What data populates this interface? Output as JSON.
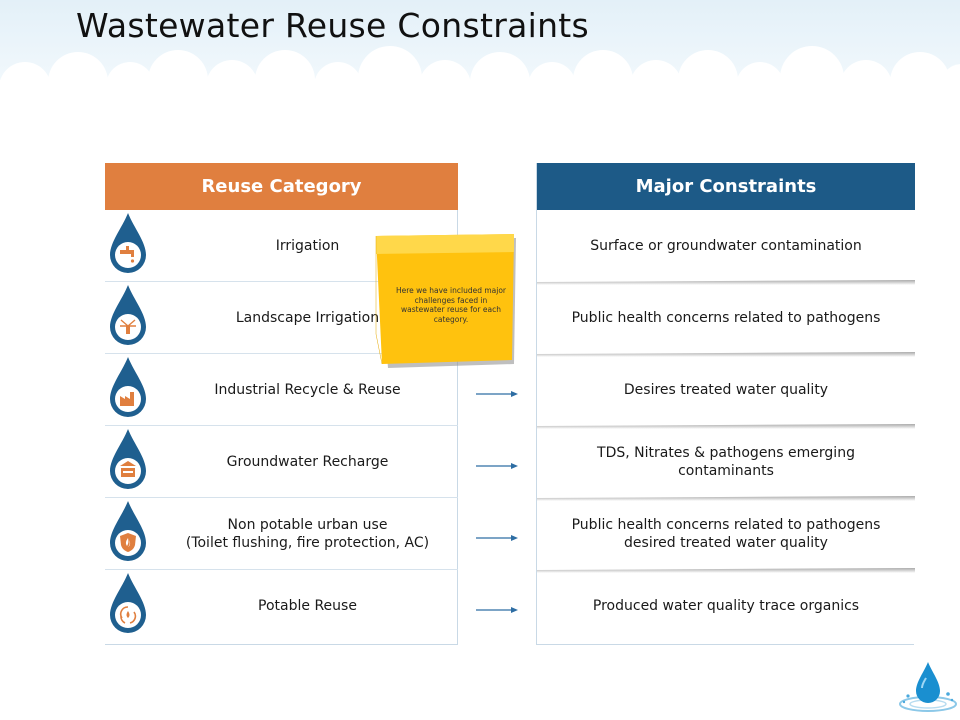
{
  "title": "Wastewater Reuse Constraints",
  "colors": {
    "left_header": "#e07f3f",
    "right_header": "#1d5a87",
    "drop_blue": "#1f5f8f",
    "icon_orange": "#e07f3f",
    "sticky": "#ffc20e"
  },
  "left": {
    "header": "Reuse Category",
    "rows": [
      {
        "label": "Irrigation",
        "icon": "faucet-icon"
      },
      {
        "label": "Landscape Irrigation",
        "icon": "sprinkler-icon"
      },
      {
        "label": "Industrial Recycle & Reuse",
        "icon": "factory-icon"
      },
      {
        "label": "Groundwater Recharge",
        "icon": "well-icon"
      },
      {
        "label": "Non potable urban use\n(Toilet flushing, fire protection, AC)",
        "icon": "shield-icon"
      },
      {
        "label": "Potable Reuse",
        "icon": "recycle-icon"
      }
    ]
  },
  "right": {
    "header": "Major Constraints",
    "rows": [
      {
        "label": "Surface or groundwater contamination"
      },
      {
        "label": "Public health concerns related to pathogens"
      },
      {
        "label": "Desires treated water quality"
      },
      {
        "label": "TDS, Nitrates & pathogens emerging\ncontaminants"
      },
      {
        "label": "Public health concerns related to pathogens\ndesired treated water quality"
      },
      {
        "label": "Produced water quality trace organics"
      }
    ]
  },
  "sticky_note": "Here we have included major challenges faced in wastewater reuse for each category."
}
